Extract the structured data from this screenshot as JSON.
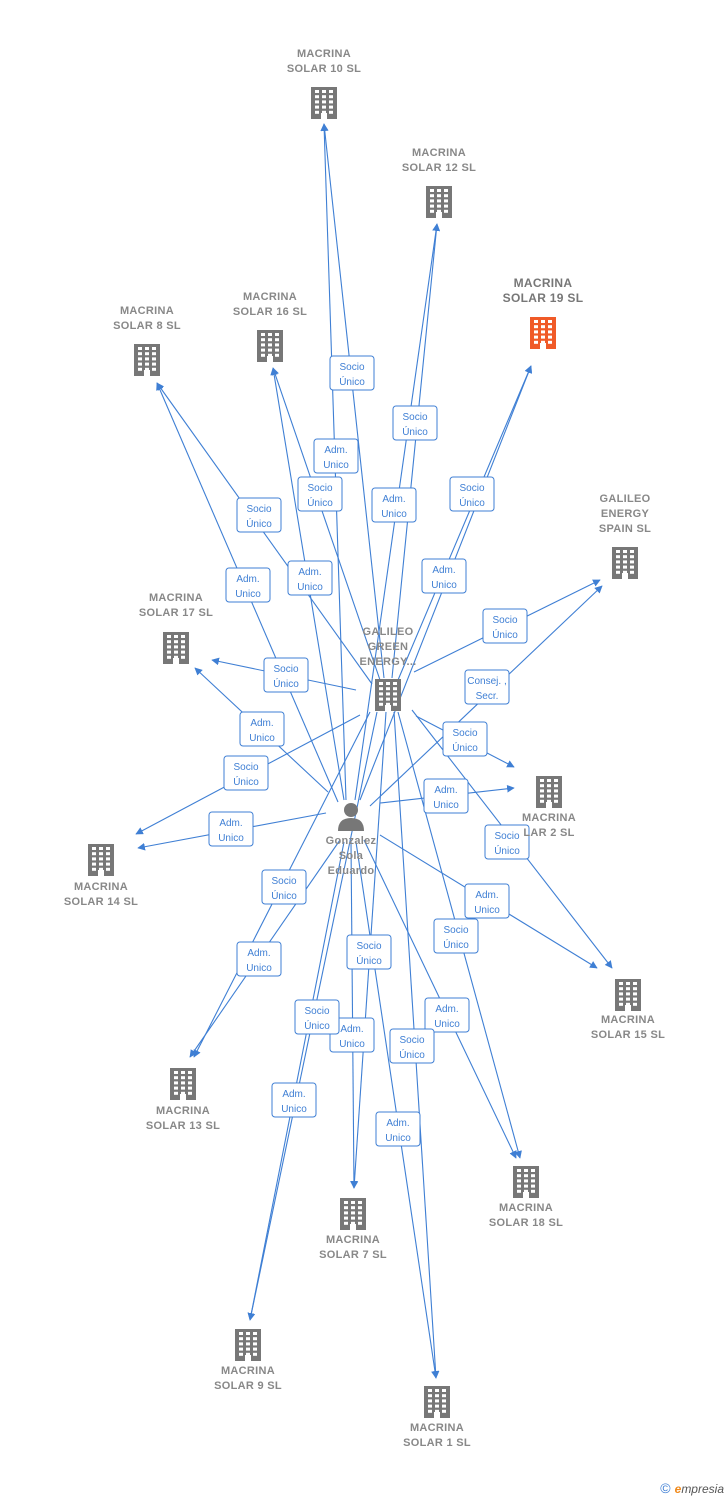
{
  "colors": {
    "edge": "#3f7fd4",
    "building": "#777777",
    "highlight": "#f05a28",
    "text": "#888888"
  },
  "nodes": [
    {
      "id": "ms10",
      "type": "company",
      "lines": [
        "MACRINA",
        "SOLAR 10  SL"
      ]
    },
    {
      "id": "ms12",
      "type": "company",
      "lines": [
        "MACRINA",
        "SOLAR 12  SL"
      ]
    },
    {
      "id": "ms19",
      "type": "company",
      "highlight": true,
      "lines": [
        "MACRINA",
        "SOLAR 19  SL"
      ]
    },
    {
      "id": "ms8",
      "type": "company",
      "lines": [
        "MACRINA",
        "SOLAR 8  SL"
      ]
    },
    {
      "id": "ms16",
      "type": "company",
      "lines": [
        "MACRINA",
        "SOLAR 16  SL"
      ]
    },
    {
      "id": "ges",
      "type": "company",
      "lines": [
        "GALILEO",
        "ENERGY",
        "SPAIN  SL"
      ]
    },
    {
      "id": "ms17",
      "type": "company",
      "lines": [
        "MACRINA",
        "SOLAR 17  SL"
      ]
    },
    {
      "id": "ggen",
      "type": "company",
      "lines": [
        "GALILEO",
        "GREEN",
        "ENERGY..."
      ]
    },
    {
      "id": "ms2",
      "type": "company",
      "lines": [
        "MACRINA",
        "LAR 2  SL"
      ]
    },
    {
      "id": "ms14",
      "type": "company",
      "lines": [
        "MACRINA",
        "SOLAR 14  SL"
      ]
    },
    {
      "id": "gse",
      "type": "person",
      "lines": [
        "Gonzalez",
        "Sola",
        "Eduardo"
      ]
    },
    {
      "id": "ms15",
      "type": "company",
      "lines": [
        "MACRINA",
        "SOLAR 15  SL"
      ]
    },
    {
      "id": "ms13",
      "type": "company",
      "lines": [
        "MACRINA",
        "SOLAR 13  SL"
      ]
    },
    {
      "id": "ms18",
      "type": "company",
      "lines": [
        "MACRINA",
        "SOLAR 18  SL"
      ]
    },
    {
      "id": "ms7",
      "type": "company",
      "lines": [
        "MACRINA",
        "SOLAR 7  SL"
      ]
    },
    {
      "id": "ms9",
      "type": "company",
      "lines": [
        "MACRINA",
        "SOLAR 9  SL"
      ]
    },
    {
      "id": "ms1",
      "type": "company",
      "lines": [
        "MACRINA",
        "SOLAR 1  SL"
      ]
    }
  ],
  "edges": [
    {
      "from": "ggen",
      "to": "ms10",
      "lines": [
        "Socio",
        "Único"
      ]
    },
    {
      "from": "gse",
      "to": "ms10",
      "lines": [
        "Adm.",
        "Unico"
      ]
    },
    {
      "from": "ggen",
      "to": "ms12",
      "lines": [
        "Socio",
        "Único"
      ]
    },
    {
      "from": "gse",
      "to": "ms12",
      "lines": [
        "Adm.",
        "Unico"
      ]
    },
    {
      "from": "ggen",
      "to": "ms19",
      "lines": [
        "Socio",
        "Único"
      ]
    },
    {
      "from": "gse",
      "to": "ms19",
      "lines": [
        "Adm.",
        "Unico"
      ]
    },
    {
      "from": "ggen",
      "to": "ms16",
      "lines": [
        "Socio",
        "Único"
      ]
    },
    {
      "from": "gse",
      "to": "ms16",
      "lines": [
        "Adm.",
        "Unico"
      ]
    },
    {
      "from": "ggen",
      "to": "ms8",
      "lines": [
        "Socio",
        "Único"
      ]
    },
    {
      "from": "gse",
      "to": "ms8",
      "lines": [
        "Adm.",
        "Unico"
      ]
    },
    {
      "from": "ggen",
      "to": "ges",
      "lines": [
        "Socio",
        "Único"
      ]
    },
    {
      "from": "gse",
      "to": "ges",
      "lines": [
        "Consej. ,",
        "Secr."
      ]
    },
    {
      "from": "ggen",
      "to": "ms17",
      "lines": [
        "Socio",
        "Único"
      ]
    },
    {
      "from": "gse",
      "to": "ms17",
      "lines": [
        "Adm.",
        "Unico"
      ]
    },
    {
      "from": "ggen",
      "to": "ms2",
      "lines": [
        "Socio",
        "Único"
      ]
    },
    {
      "from": "gse",
      "to": "ms2",
      "lines": [
        "Adm.",
        "Unico"
      ]
    },
    {
      "from": "ggen",
      "to": "ms14",
      "lines": [
        "Socio",
        "Único"
      ]
    },
    {
      "from": "gse",
      "to": "ms14",
      "lines": [
        "Adm.",
        "Unico"
      ]
    },
    {
      "from": "ggen",
      "to": "ms15",
      "lines": [
        "Socio",
        "Único"
      ]
    },
    {
      "from": "gse",
      "to": "ms15",
      "lines": [
        "Adm.",
        "Unico"
      ]
    },
    {
      "from": "ggen",
      "to": "ms13",
      "lines": [
        "Socio",
        "Único"
      ]
    },
    {
      "from": "gse",
      "to": "ms13",
      "lines": [
        "Adm.",
        "Unico"
      ]
    },
    {
      "from": "ggen",
      "to": "ms18",
      "lines": [
        "Socio",
        "Único"
      ]
    },
    {
      "from": "gse",
      "to": "ms18",
      "lines": [
        "Adm.",
        "Unico"
      ]
    },
    {
      "from": "ggen",
      "to": "ms7",
      "lines": [
        "Socio",
        "Único"
      ]
    },
    {
      "from": "gse",
      "to": "ms7",
      "lines": [
        "Adm.",
        "Unico"
      ]
    },
    {
      "from": "ggen",
      "to": "ms9",
      "lines": [
        "Socio",
        "Único"
      ]
    },
    {
      "from": "gse",
      "to": "ms9",
      "lines": [
        "Adm.",
        "Unico"
      ]
    },
    {
      "from": "ggen",
      "to": "ms1",
      "lines": [
        "Socio",
        "Único"
      ]
    },
    {
      "from": "gse",
      "to": "ms1",
      "lines": [
        "Adm.",
        "Unico"
      ]
    }
  ],
  "footer": {
    "copyright_symbol": "©",
    "brand_initial": "e",
    "brand_rest": "mpresia"
  }
}
